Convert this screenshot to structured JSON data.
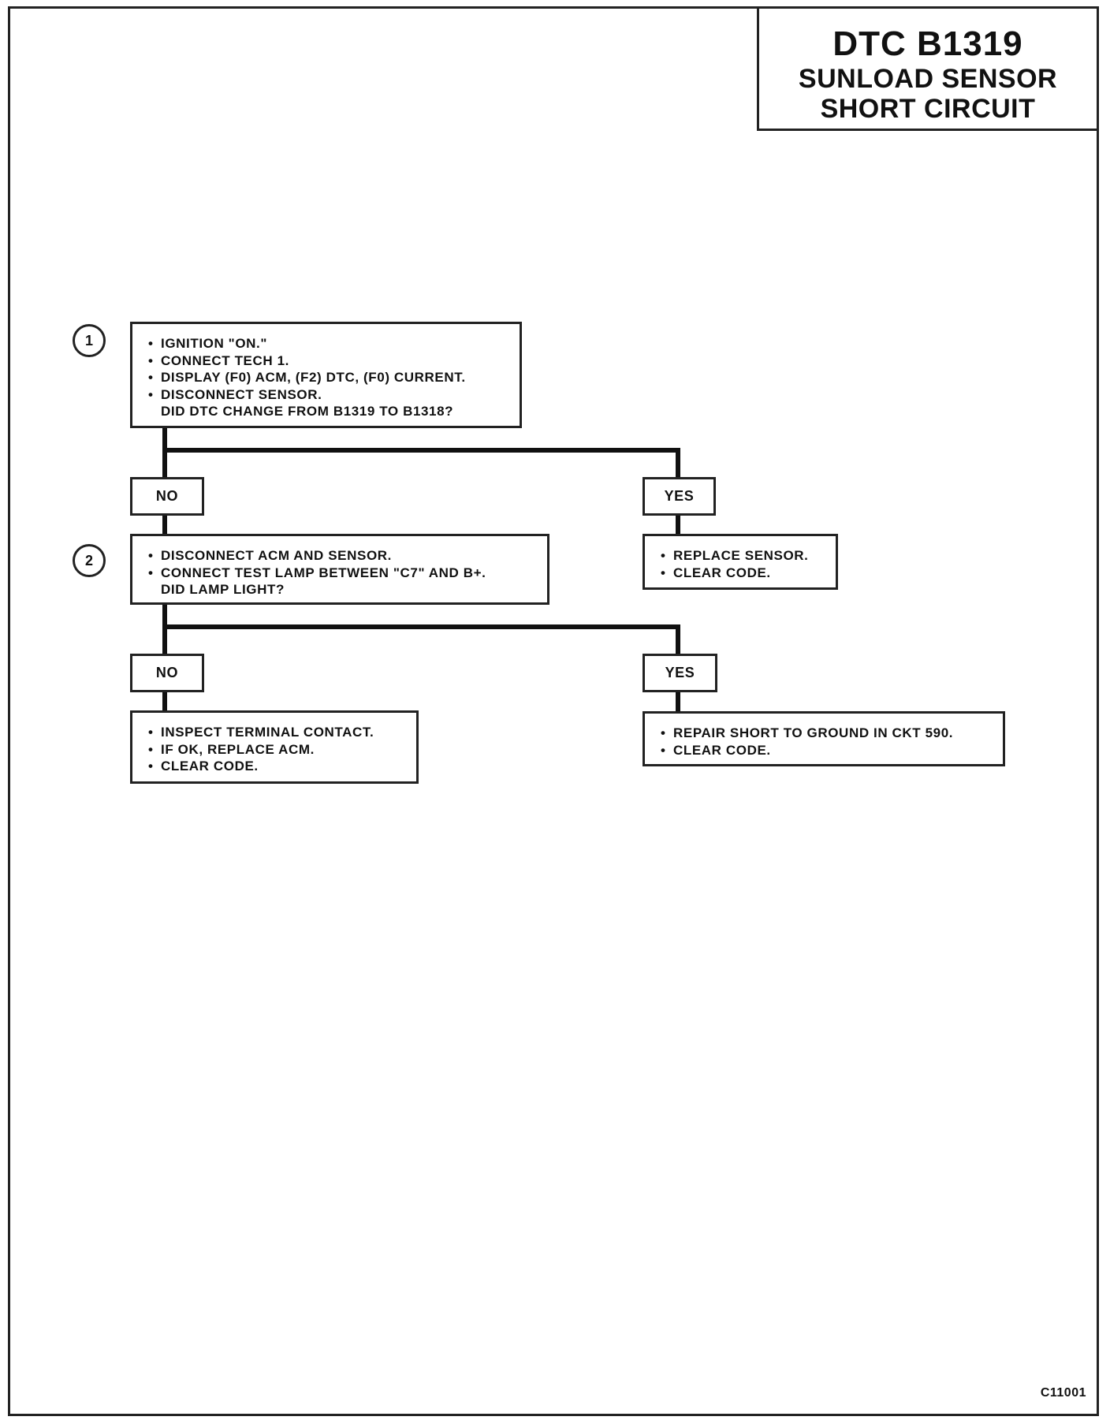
{
  "title": {
    "code": "DTC B1319",
    "line1": "SUNLOAD SENSOR",
    "line2": "SHORT CIRCUIT"
  },
  "steps": [
    {
      "number": "1",
      "items": [
        "IGNITION \"ON.\"",
        "CONNECT TECH 1.",
        "DISPLAY (F0) ACM, (F2) DTC, (F0) CURRENT.",
        "DISCONNECT SENSOR."
      ],
      "question": "DID DTC CHANGE FROM B1319 TO B1318?",
      "no_label": "NO",
      "yes_label": "YES",
      "yes_result": [
        "REPLACE SENSOR.",
        "CLEAR CODE."
      ]
    },
    {
      "number": "2",
      "items": [
        "DISCONNECT ACM AND SENSOR.",
        "CONNECT TEST LAMP BETWEEN \"C7\" AND B+."
      ],
      "question": "DID LAMP LIGHT?",
      "no_label": "NO",
      "yes_label": "YES",
      "no_result": [
        "INSPECT TERMINAL CONTACT.",
        "IF OK, REPLACE ACM.",
        "CLEAR CODE."
      ],
      "yes_result": [
        "REPAIR SHORT TO GROUND IN CKT 590.",
        "CLEAR CODE."
      ]
    }
  ],
  "figure_id": "C11001"
}
